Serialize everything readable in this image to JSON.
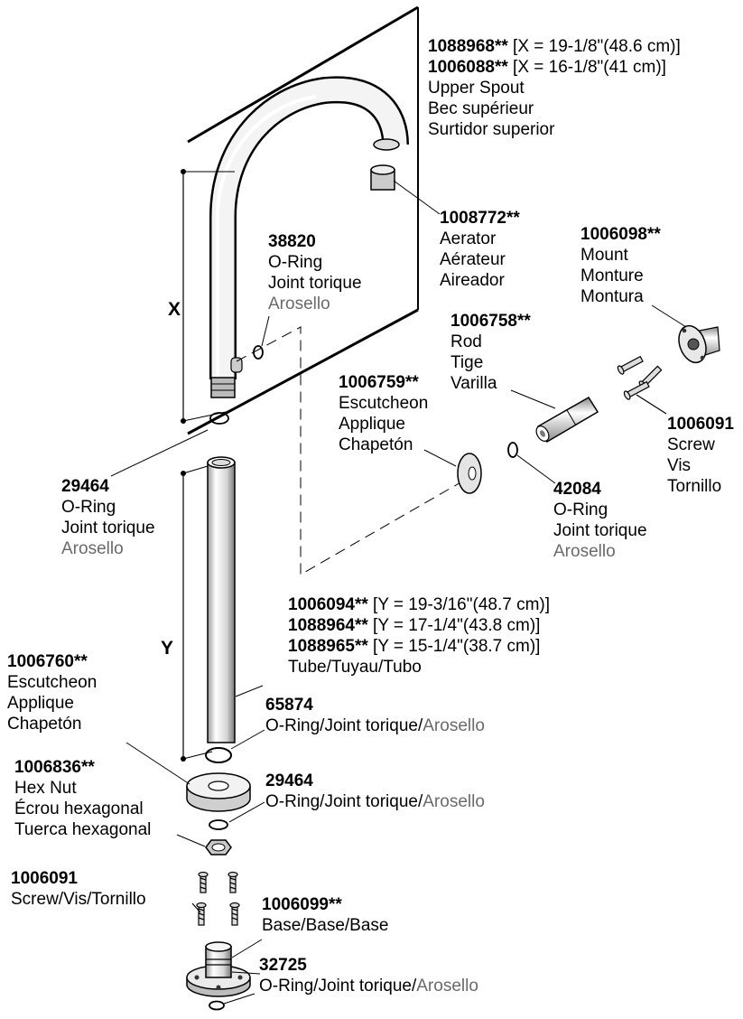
{
  "dimensions": {
    "x": "X",
    "y": "Y"
  },
  "parts": {
    "upper_spout": {
      "variants": [
        {
          "pn": "1088968**",
          "spec": "[X = 19-1/8\"(48.6 cm)]"
        },
        {
          "pn": "1006088**",
          "spec": "[X = 16-1/8\"(41 cm)]"
        }
      ],
      "name_en": "Upper Spout",
      "name_fr": "Bec supérieur",
      "name_es": "Surtidor superior"
    },
    "aerator": {
      "pn": "1008772**",
      "name_en": "Aerator",
      "name_fr": "Aérateur",
      "name_es": "Aireador"
    },
    "mount": {
      "pn": "1006098**",
      "name_en": "Mount",
      "name_fr": "Monture",
      "name_es": "Montura"
    },
    "oring_38820": {
      "pn": "38820",
      "name_en": "O-Ring",
      "name_fr": "Joint torique",
      "name_es": "Arosello"
    },
    "rod": {
      "pn": "1006758**",
      "name_en": "Rod",
      "name_fr": "Tige",
      "name_es": "Varilla"
    },
    "escutcheon_top": {
      "pn": "1006759**",
      "name_en": "Escutcheon",
      "name_fr": "Applique",
      "name_es": "Chapetón"
    },
    "screw_top": {
      "pn": "1006091",
      "name_en": "Screw",
      "name_fr": "Vis",
      "name_es": "Tornillo"
    },
    "oring_29464_top": {
      "pn": "29464",
      "name_en": "O-Ring",
      "name_fr": "Joint torique",
      "name_es": "Arosello"
    },
    "oring_42084": {
      "pn": "42084",
      "name_en": "O-Ring",
      "name_fr": "Joint torique",
      "name_es": "Arosello"
    },
    "tube": {
      "variants": [
        {
          "pn": "1006094**",
          "spec": "[Y = 19-3/16\"(48.7 cm)]"
        },
        {
          "pn": "1088964**",
          "spec": "[Y = 17-1/4\"(43.8 cm)]"
        },
        {
          "pn": "1088965**",
          "spec": "[Y = 15-1/4\"(38.7 cm)]"
        }
      ],
      "name": "Tube/Tuyau/Tubo"
    },
    "escutcheon_bottom": {
      "pn": "1006760**",
      "name_en": "Escutcheon",
      "name_fr": "Applique",
      "name_es": "Chapetón"
    },
    "oring_65874": {
      "pn": "65874",
      "name": "O-Ring/Joint torique/",
      "name_es": "Arosello"
    },
    "hex_nut": {
      "pn": "1006836**",
      "name_en": "Hex Nut",
      "name_fr": "Écrou hexagonal",
      "name_es": "Tuerca hexagonal"
    },
    "oring_29464_bottom": {
      "pn": "29464",
      "name": "O-Ring/Joint torique/",
      "name_es": "Arosello"
    },
    "screw_bottom": {
      "pn": "1006091",
      "name": "Screw/Vis/Tornillo"
    },
    "base": {
      "pn": "1006099**",
      "name": "Base/Base/Base"
    },
    "oring_32725": {
      "pn": "32725",
      "name": "O-Ring/Joint torique/",
      "name_es": "Arosello"
    }
  }
}
